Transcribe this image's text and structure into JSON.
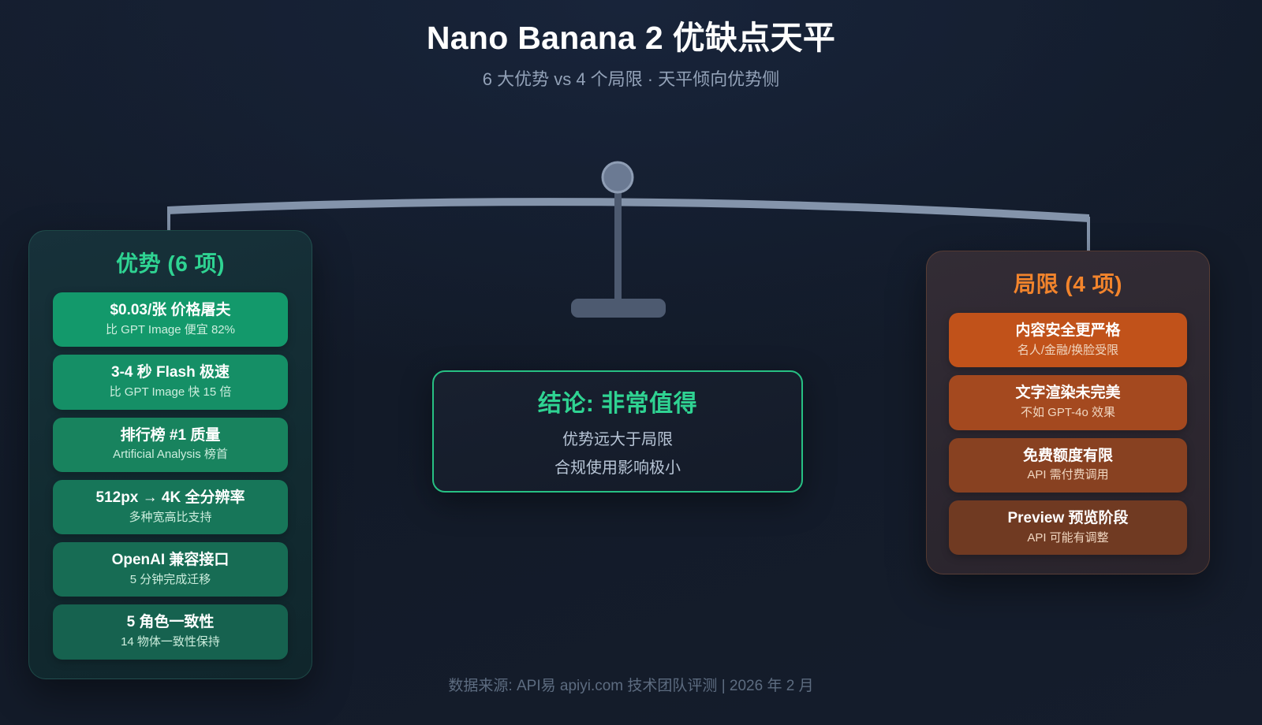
{
  "header": {
    "title": "Nano Banana 2 优缺点天平",
    "subtitle": "6 大优势 vs 4 个局限 · 天平倾向优势侧"
  },
  "pros": {
    "heading": "优势 (6 项)",
    "accent": "#2fd392",
    "items": [
      {
        "title": "$0.03/张 价格屠夫",
        "sub": "比 GPT Image 便宜 82%",
        "color": "#13996b"
      },
      {
        "title": "3-4 秒 Flash 极速",
        "sub": "比 GPT Image 快 15 倍",
        "color": "#158f66"
      },
      {
        "title": "排行榜 #1 质量",
        "sub": "Artificial Analysis 榜首",
        "color": "#18835e"
      },
      {
        "title": "512px → 4K 全分辨率",
        "sub": "多种宽高比支持",
        "color": "#177659"
      },
      {
        "title": "OpenAI 兼容接口",
        "sub": "5 分钟完成迁移",
        "color": "#176c54"
      },
      {
        "title": "5 角色一致性",
        "sub": "14 物体一致性保持",
        "color": "#16624f"
      }
    ]
  },
  "cons": {
    "heading": "局限 (4 项)",
    "accent": "#f2842c",
    "items": [
      {
        "title": "内容安全更严格",
        "sub": "名人/金融/换脸受限",
        "color": "#c1521a"
      },
      {
        "title": "文字渲染未完美",
        "sub": "不如 GPT-4o 效果",
        "color": "#a4491f"
      },
      {
        "title": "免费额度有限",
        "sub": "API 需付费调用",
        "color": "#884121"
      },
      {
        "title": "Preview 预览阶段",
        "sub": "API 可能有调整",
        "color": "#703a22"
      }
    ]
  },
  "conclusion": {
    "title": "结论: 非常值得",
    "line1": "优势远大于局限",
    "line2": "合规使用影响极小"
  },
  "footer": {
    "text": "数据来源: API易 apiyi.com 技术团队评测 | 2026 年 2 月"
  },
  "balance": {
    "beam_color": "#8494ab",
    "stand_color": "#4d5a70",
    "pivot_color": "#8494ab"
  }
}
